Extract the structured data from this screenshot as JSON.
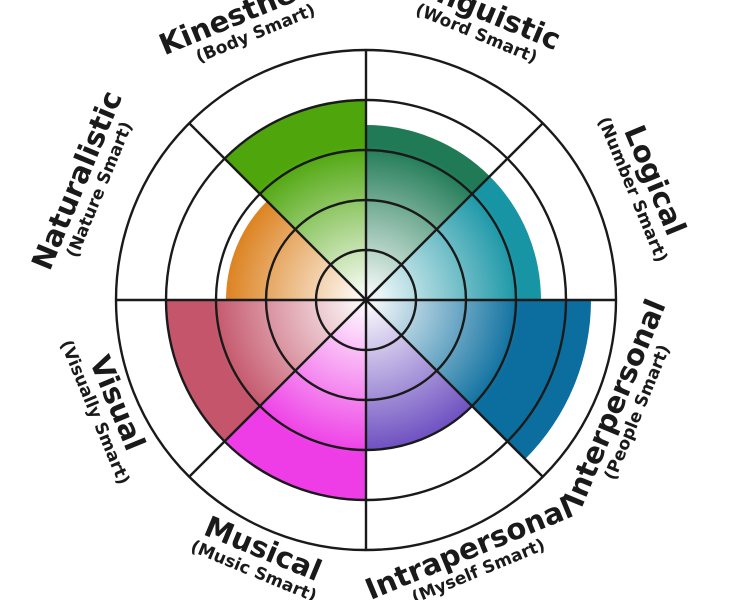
{
  "chart_data": {
    "type": "radial-bar",
    "title": "",
    "rings": 5,
    "range": [
      0,
      5
    ],
    "grid": true,
    "categories": [
      {
        "name": "Linguistic",
        "sub": "(Word Smart)",
        "value": 3.5,
        "color": "#1f7a55"
      },
      {
        "name": "Logical",
        "sub": "(Number Smart)",
        "value": 3.5,
        "color": "#1795a5"
      },
      {
        "name": "Interpersonal",
        "sub": "(People Smart)",
        "value": 4.5,
        "color": "#0b6e9e"
      },
      {
        "name": "Intrapersonal",
        "sub": "(Myself Smart)",
        "value": 3.0,
        "color": "#6a4bbf"
      },
      {
        "name": "Musical",
        "sub": "(Music Smart)",
        "value": 4.0,
        "color": "#ee3de6"
      },
      {
        "name": "Visual",
        "sub": "(Visually Smart)",
        "value": 4.0,
        "color": "#c4556a"
      },
      {
        "name": "Naturalistic",
        "sub": "(Nature Smart)",
        "value": 2.8,
        "color": "#d9760a"
      },
      {
        "name": "Kinesthetic",
        "sub": "(Body Smart)",
        "value": 4.0,
        "color": "#4ea60c"
      }
    ]
  }
}
